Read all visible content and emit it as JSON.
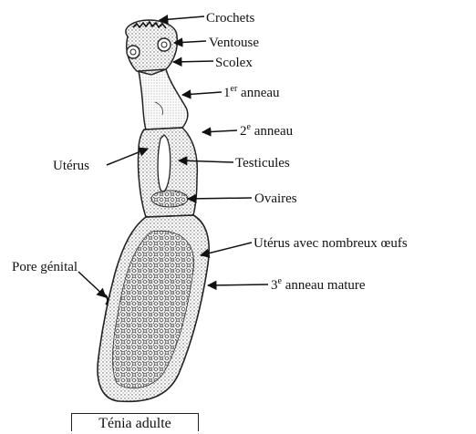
{
  "labels": {
    "crochets": "Crochets",
    "ventouse": "Ventouse",
    "scolex": "Scolex",
    "anneau1_prefix": "1",
    "anneau1_sup": "er",
    "anneau1_suffix": " anneau",
    "anneau2_prefix": "2",
    "anneau2_sup": "e",
    "anneau2_suffix": " anneau",
    "uterus": "Utérus",
    "testicules": "Testicules",
    "ovaires": "Ovaires",
    "uterus_oeufs": "Utérus avec nombreux œufs",
    "pore_genital": "Pore génital",
    "anneau3_prefix": "3",
    "anneau3_sup": "e",
    "anneau3_suffix": " anneau mature"
  },
  "caption": "Ténia adulte",
  "colors": {
    "ink": "#111111",
    "stipple": "#555555",
    "background": "#ffffff"
  }
}
